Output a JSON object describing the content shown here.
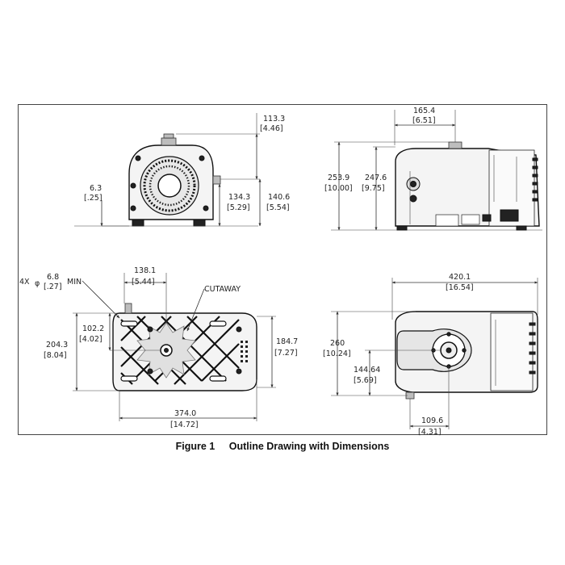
{
  "caption": {
    "number": "Figure 1",
    "title": "Outline Drawing with Dimensions"
  },
  "front_view": {
    "dim_top_mm": "113.3",
    "dim_top_in": "[4.46]",
    "dim_left_mm": "6.3",
    "dim_left_in": "[.25]",
    "dim_inlet_mm": "134.3",
    "dim_inlet_in": "[5.29]",
    "dim_height_mm": "140.6",
    "dim_height_in": "[5.54]"
  },
  "side_view": {
    "dim_top_mm": "165.4",
    "dim_top_in": "[6.51]",
    "dim_total_mm": "253.9",
    "dim_total_in": "[10.00]",
    "dim_body_mm": "247.6",
    "dim_body_in": "[9.75]"
  },
  "bottom_view": {
    "holes_prefix": "4X",
    "phi": "φ",
    "holes_mm": "6.8",
    "holes_in": "[.27]",
    "holes_suffix": "MIN",
    "cutaway": "CUTAWAY",
    "dim_top_mm": "138.1",
    "dim_top_in": "[5.44]",
    "dim_center_mm": "102.2",
    "dim_center_in": "[4.02]",
    "dim_width_mm": "204.3",
    "dim_width_in": "[8.04]",
    "dim_feet_mm": "184.7",
    "dim_feet_in": "[7.27]",
    "dim_length_mm": "374.0",
    "dim_length_in": "[14.72]"
  },
  "top_view": {
    "dim_length_mm": "420.1",
    "dim_length_in": "[16.54]",
    "dim_width_mm": "260",
    "dim_width_in": "[10.24]",
    "dim_center_mm": "144.64",
    "dim_center_in": "[5.69]",
    "dim_offset_mm": "109.6",
    "dim_offset_in": "[4.31]"
  }
}
